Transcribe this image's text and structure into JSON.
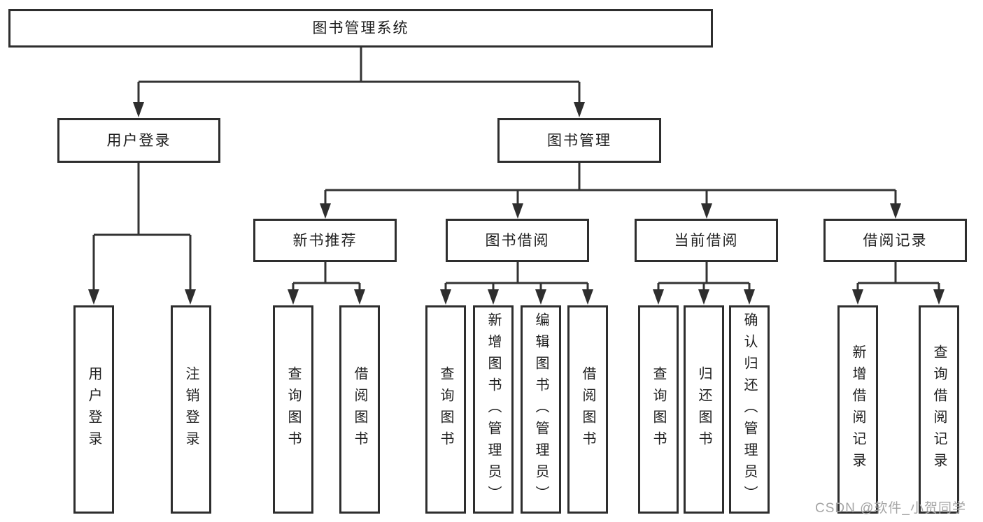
{
  "diagram": {
    "type": "tree",
    "colors": {
      "line": "#333333",
      "box_border": "#2e2e2e",
      "box_fill": "#ffffff",
      "text": "#1f1f1f",
      "watermark": "#a5a5a5",
      "background": "#ffffff"
    },
    "tree": {
      "label": "图书管理系统",
      "children": [
        {
          "label": "用户登录",
          "children": [
            {
              "label": "用户登录"
            },
            {
              "label": "注销登录"
            }
          ]
        },
        {
          "label": "图书管理",
          "children": [
            {
              "label": "新书推荐",
              "children": [
                {
                  "label": "查询图书"
                },
                {
                  "label": "借阅图书"
                }
              ]
            },
            {
              "label": "图书借阅",
              "children": [
                {
                  "label": "查询图书"
                },
                {
                  "label": "新增图书（管理员）"
                },
                {
                  "label": "编辑图书（管理员）"
                },
                {
                  "label": "借阅图书"
                }
              ]
            },
            {
              "label": "当前借阅",
              "children": [
                {
                  "label": "查询图书"
                },
                {
                  "label": "归还图书"
                },
                {
                  "label": "确认归还（管理员）"
                }
              ]
            },
            {
              "label": "借阅记录",
              "children": [
                {
                  "label": "新增借阅记录"
                },
                {
                  "label": "查询借阅记录"
                }
              ]
            }
          ]
        }
      ]
    },
    "watermark": {
      "text": "CSDN @软件_小贺同学"
    }
  }
}
